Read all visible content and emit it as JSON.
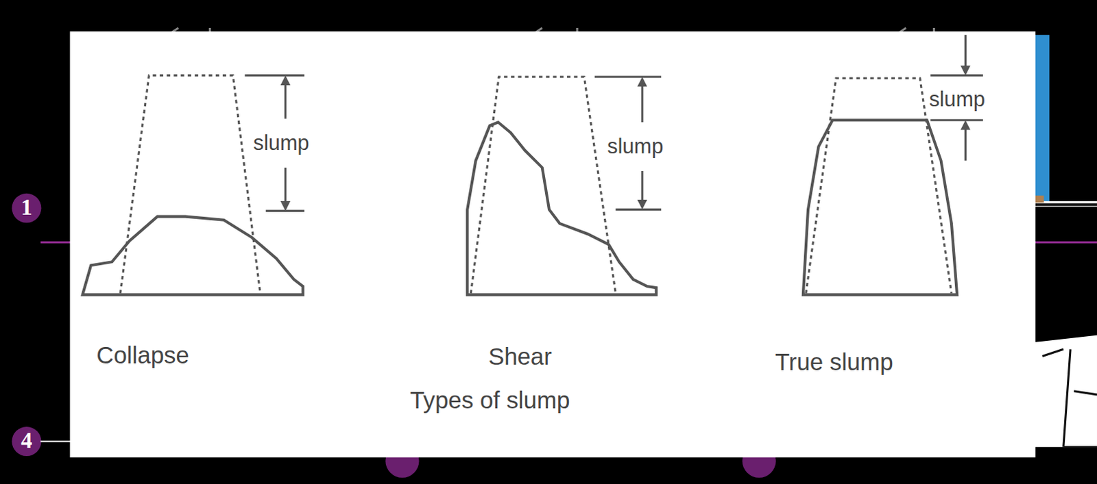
{
  "diagram": {
    "labels": [
      "1",
      "4",
      "slump",
      "slump",
      "slump",
      "Collapse",
      "Shear",
      "Types of slump",
      "True slump"
    ]
  }
}
